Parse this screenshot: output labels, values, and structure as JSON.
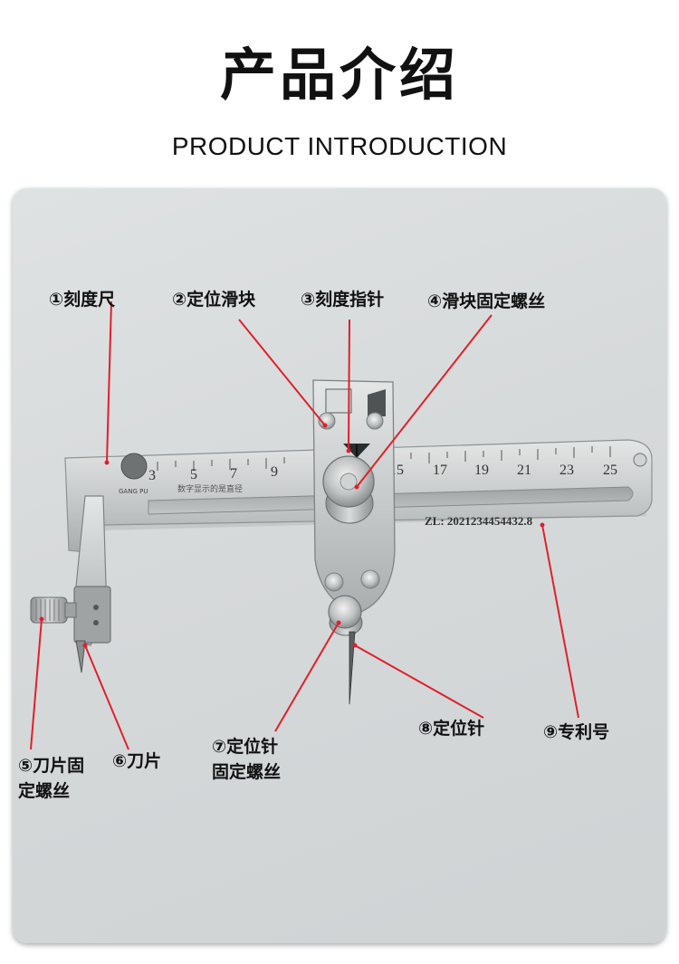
{
  "header": {
    "title": "产品介绍",
    "subtitle": "PRODUCT INTRODUCTION"
  },
  "ruler": {
    "scale_numbers": [
      "3",
      "5",
      "7",
      "9",
      "15",
      "17",
      "19",
      "21",
      "23",
      "25"
    ],
    "brand_text": "GANG PU",
    "print_text": "数字显示的是直径",
    "patent_text": "ZL: 2021234454432.8"
  },
  "labels": {
    "scale": "①刻度尺",
    "slider": "②定位滑块",
    "pointer": "③刻度指针",
    "slider_screw": "④滑块固定螺丝",
    "blade_screw_1": "⑤刀片固",
    "blade_screw_2": "定螺丝",
    "blade": "⑥刀片",
    "pin_screw_1": "⑦定位针",
    "pin_screw_2": "固定螺丝",
    "pin": "⑧定位针",
    "patent": "⑨专利号"
  },
  "colors": {
    "leader_line": "#e0202a",
    "background": "#d6d9da",
    "steel": "#c9cccc"
  }
}
